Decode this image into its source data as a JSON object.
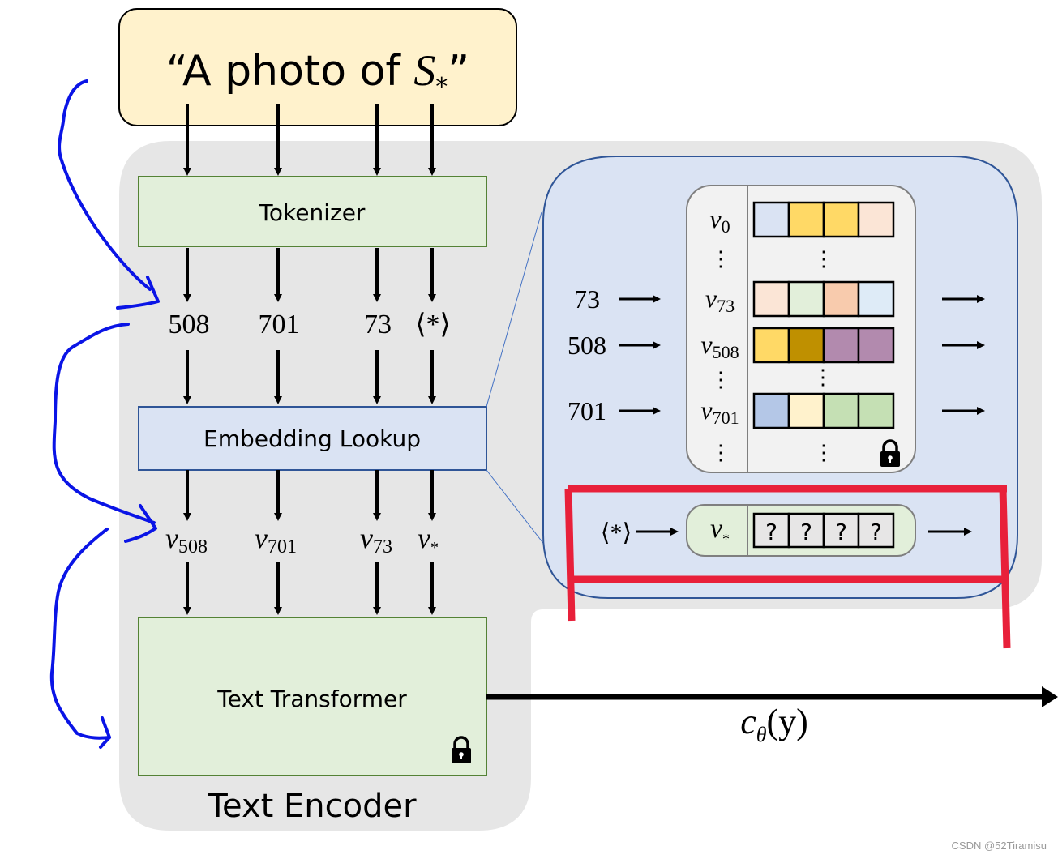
{
  "prompt": {
    "text_prefix": "“A photo of ",
    "token_symbol": "S",
    "token_sub": "*",
    "text_suffix": "”"
  },
  "text_encoder": {
    "label": "Text Encoder",
    "tokenizer_label": "Tokenizer",
    "embedding_lookup_label": "Embedding Lookup",
    "transformer_label": "Text Transformer",
    "transformer_locked": true
  },
  "token_ids": [
    "508",
    "701",
    "73",
    "⟨*⟩"
  ],
  "embeddings": [
    {
      "base": "v",
      "sub": "508"
    },
    {
      "base": "v",
      "sub": "701"
    },
    {
      "base": "v",
      "sub": "73"
    },
    {
      "base": "v",
      "sub": "*"
    }
  ],
  "lookup_table": {
    "locked": true,
    "rows": [
      {
        "input": "",
        "base": "v",
        "sub": "0",
        "colors": [
          "#dae3f3",
          "#ffd966",
          "#ffd966",
          "#fbe5d6"
        ]
      },
      {
        "input": "73",
        "base": "v",
        "sub": "73",
        "colors": [
          "#fbe5d6",
          "#e2efda",
          "#f8cbad",
          "#deebf7"
        ]
      },
      {
        "input": "508",
        "base": "v",
        "sub": "508",
        "colors": [
          "#ffd966",
          "#bf9000",
          "#b28aae",
          "#b28aae"
        ]
      },
      {
        "input": "701",
        "base": "v",
        "sub": "701",
        "colors": [
          "#b4c7e7",
          "#fff2cc",
          "#c5e0b4",
          "#c5e0b4"
        ]
      }
    ],
    "ellipsis": "⋮"
  },
  "new_embedding": {
    "input": "⟨*⟩",
    "base": "v",
    "sub": "*",
    "cells": [
      "?",
      "?",
      "?",
      "?"
    ]
  },
  "output": {
    "label_base": "c",
    "label_sub": "θ",
    "label_arg": "(y)"
  },
  "colors": {
    "prompt_fill": "#fff2cc",
    "encoder_bg": "#e6e6e6",
    "green_fill": "#e2efda",
    "green_stroke": "#548235",
    "blue_fill": "#dae3f3",
    "blue_stroke": "#2f5597",
    "highlight_red": "#e8203a",
    "annotation_blue": "#0a14e6"
  },
  "watermark": "CSDN @52Tiramisu"
}
